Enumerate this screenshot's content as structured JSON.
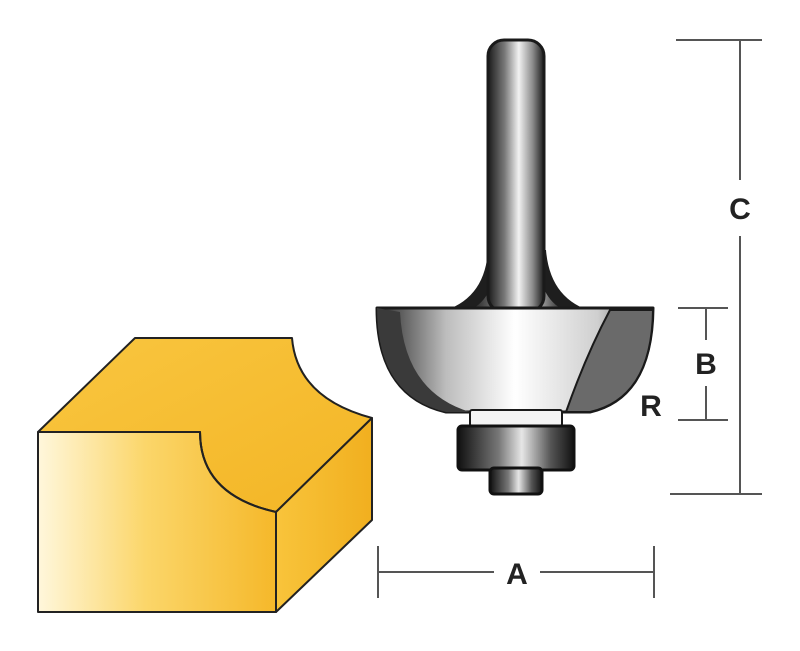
{
  "dimensions": {
    "a": "A",
    "b": "B",
    "c": "C",
    "r": "R"
  },
  "colors": {
    "wood_light": "#fff6d8",
    "wood_mid": "#f8c33a",
    "wood_dark": "#f0b21e",
    "steel_dark": "#222222",
    "steel_light": "#f2f2f2",
    "cutter_gray": "#666666",
    "dimension_line": "#555555"
  }
}
